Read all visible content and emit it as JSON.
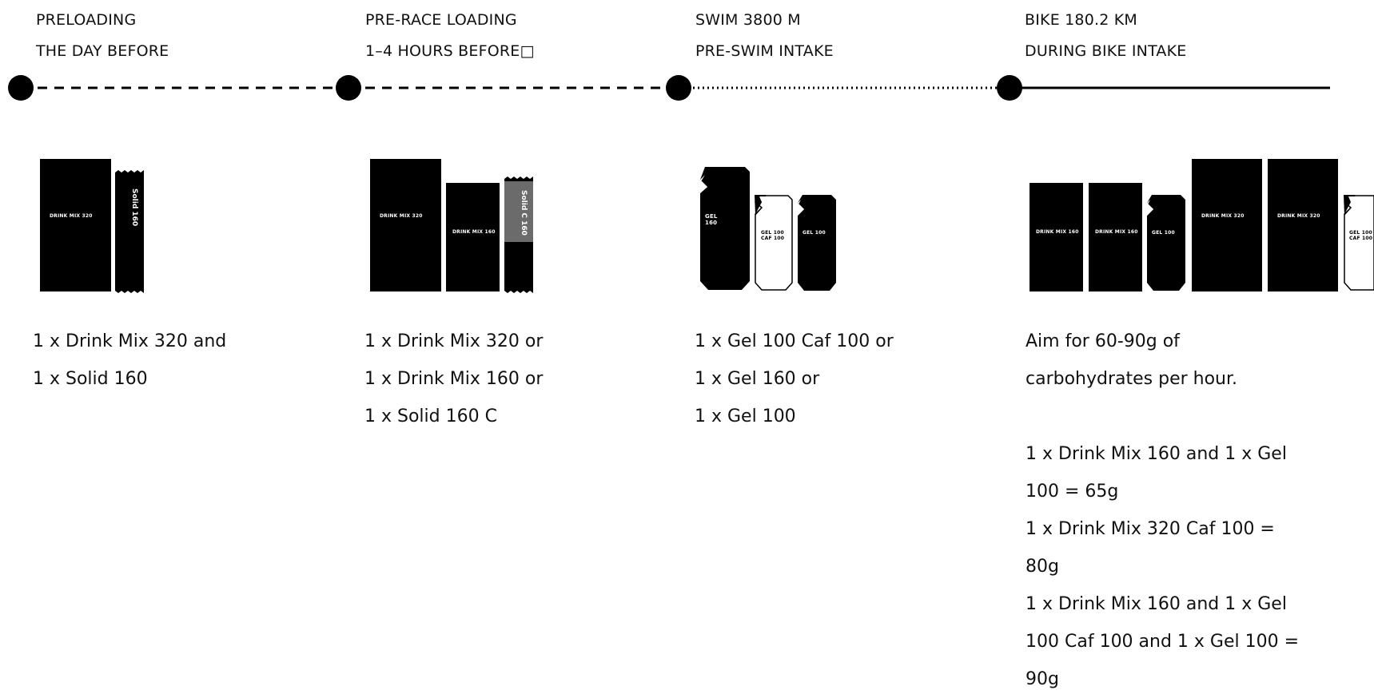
{
  "stages": [
    {
      "line1": "PRELOADING",
      "line2": "THE DAY BEFORE"
    },
    {
      "line1": "PRE-RACE LOADING",
      "line2": "1–4 HOURS BEFORE□"
    },
    {
      "line1": "SWIM 3800 M",
      "line2": "PRE-SWIM INTAKE"
    },
    {
      "line1": "BIKE 180.2 KM",
      "line2": "DURING BIKE INTAKE"
    }
  ],
  "products": {
    "s1_drink": "DRINK MIX 320",
    "s1_solid": "Solid 160",
    "s2_drink320": "DRINK MIX 320",
    "s2_drink160": "DRINK MIX 160",
    "s2_solidc": "Solid C 160",
    "s3_gel160": "GEL 160",
    "s3_gelcaf": "GEL 100 CAF 100",
    "s3_gel100": "GEL 100",
    "s4_drink160a": "DRINK MIX 160",
    "s4_drink160b": "DRINK MIX 160",
    "s4_gel100": "GEL 100",
    "s4_drink320a": "DRINK MIX 320",
    "s4_drink320b": "DRINK MIX 320",
    "s4_gelcaf": "GEL 100 CAF 100"
  },
  "descriptions": {
    "s1": [
      "1 x Drink Mix 320 and",
      "1 x Solid 160"
    ],
    "s2": [
      "1 x Drink Mix 320 or",
      "1 x Drink Mix 160 or",
      "1 x Solid 160 C"
    ],
    "s3": [
      "1 x Gel 100 Caf 100 or",
      "1 x Gel 160 or",
      "1 x Gel 100"
    ],
    "s4_intro": [
      "Aim for 60-90g of",
      "carbohydrates per hour."
    ],
    "s4_options": [
      "1 x Drink Mix 160 and 1 x Gel",
      "100 = 65g",
      "1 x Drink Mix 320 Caf 100 =",
      "80g",
      "1 x Drink Mix 160 and 1 x Gel",
      "100 Caf 100 and 1 x Gel 100 =",
      "90g"
    ]
  }
}
